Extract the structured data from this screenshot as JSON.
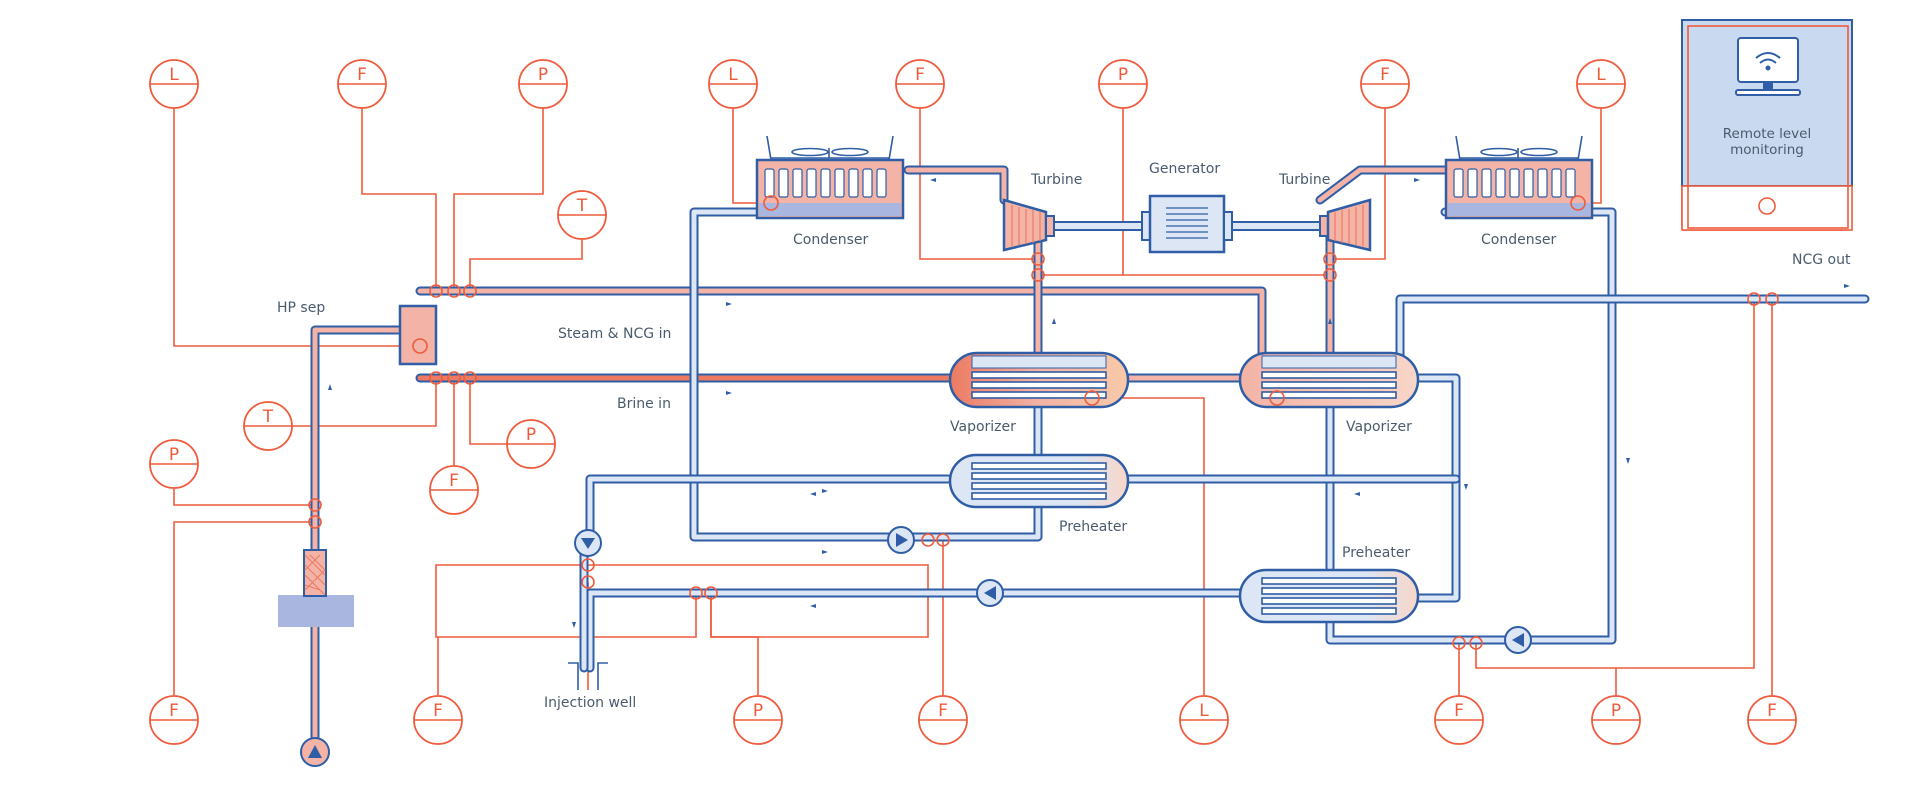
{
  "labels": {
    "hp_sep": "HP sep",
    "steam_ncg_in": "Steam & NCG in",
    "brine_in": "Brine in",
    "condenser_left": "Condenser",
    "condenser_right": "Condenser",
    "turbine_left": "Turbine",
    "turbine_right": "Turbine",
    "generator": "Generator",
    "vaporizer_left": "Vaporizer",
    "vaporizer_right": "Vaporizer",
    "preheater_left": "Preheater",
    "preheater_right": "Preheater",
    "injection_well": "Injection well",
    "ncg_out": "NCG out",
    "remote_line1": "Remote level",
    "remote_line2": "monitoring"
  },
  "instruments": {
    "top_1": "L",
    "top_2": "F",
    "top_3": "P",
    "top_4": "L",
    "top_5": "F",
    "top_6": "P",
    "top_7": "F",
    "top_8": "L",
    "sep_t_upper": "T",
    "sep_t_lower": "T",
    "sep_p_lower": "P",
    "sep_f_lower": "F",
    "left_p": "P",
    "bottom_1": "F",
    "bottom_2": "F",
    "bottom_3": "P",
    "bottom_4": "F",
    "bottom_5": "L",
    "bottom_6": "F",
    "bottom_7": "P",
    "bottom_8": "F"
  },
  "colors": {
    "pipe_outline": "#2f5ea6",
    "instrument": "#ef5b3c",
    "hot_fluid": "#f3b3a6",
    "brine": "#ec7a62",
    "cold_fluid": "#dce6f5"
  },
  "icons": {
    "monitor": "wifi-monitor-icon",
    "pump": "pump-icon",
    "fan": "fan-icon",
    "arrow": "flow-arrow-icon"
  }
}
